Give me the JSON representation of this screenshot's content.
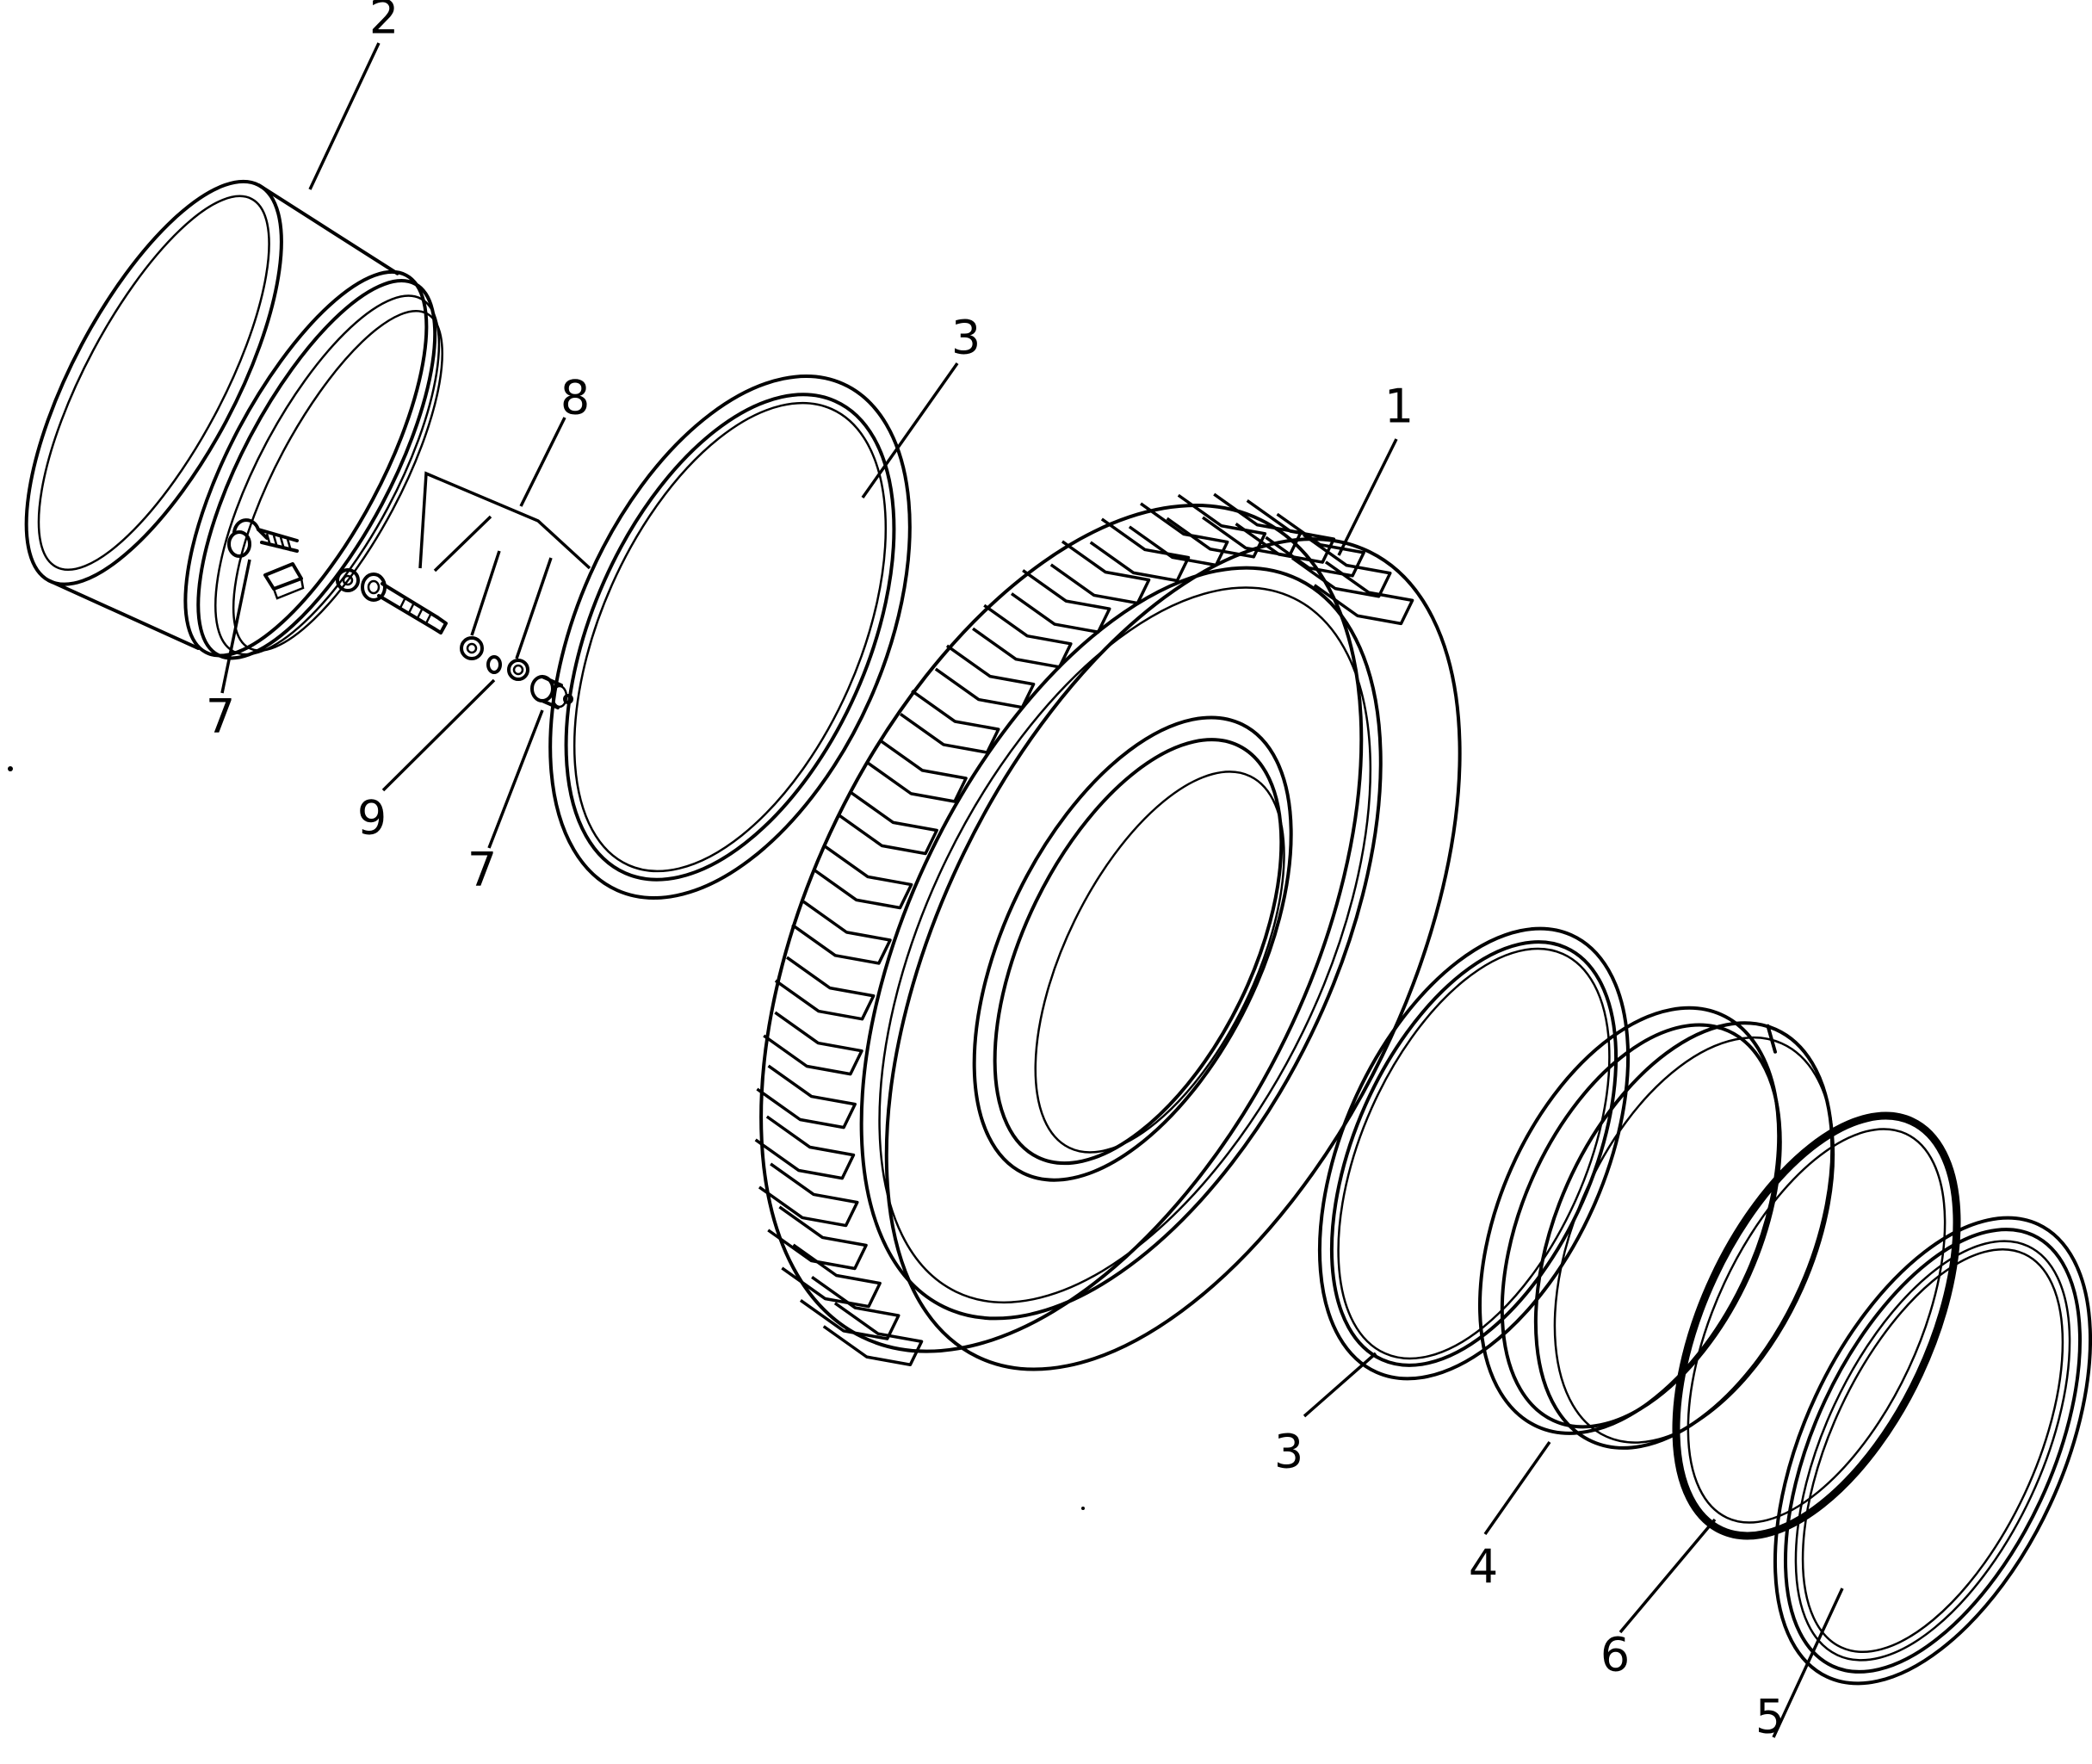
{
  "callouts": [
    {
      "id": "c1",
      "label": "1"
    },
    {
      "id": "c2",
      "label": "2"
    },
    {
      "id": "c3a",
      "label": "3"
    },
    {
      "id": "c3b",
      "label": "3"
    },
    {
      "id": "c4",
      "label": "4"
    },
    {
      "id": "c5",
      "label": "5"
    },
    {
      "id": "c6",
      "label": "6"
    },
    {
      "id": "c7a",
      "label": "7"
    },
    {
      "id": "c7b",
      "label": "7"
    },
    {
      "id": "c8",
      "label": "8"
    },
    {
      "id": "c9",
      "label": "9"
    }
  ]
}
